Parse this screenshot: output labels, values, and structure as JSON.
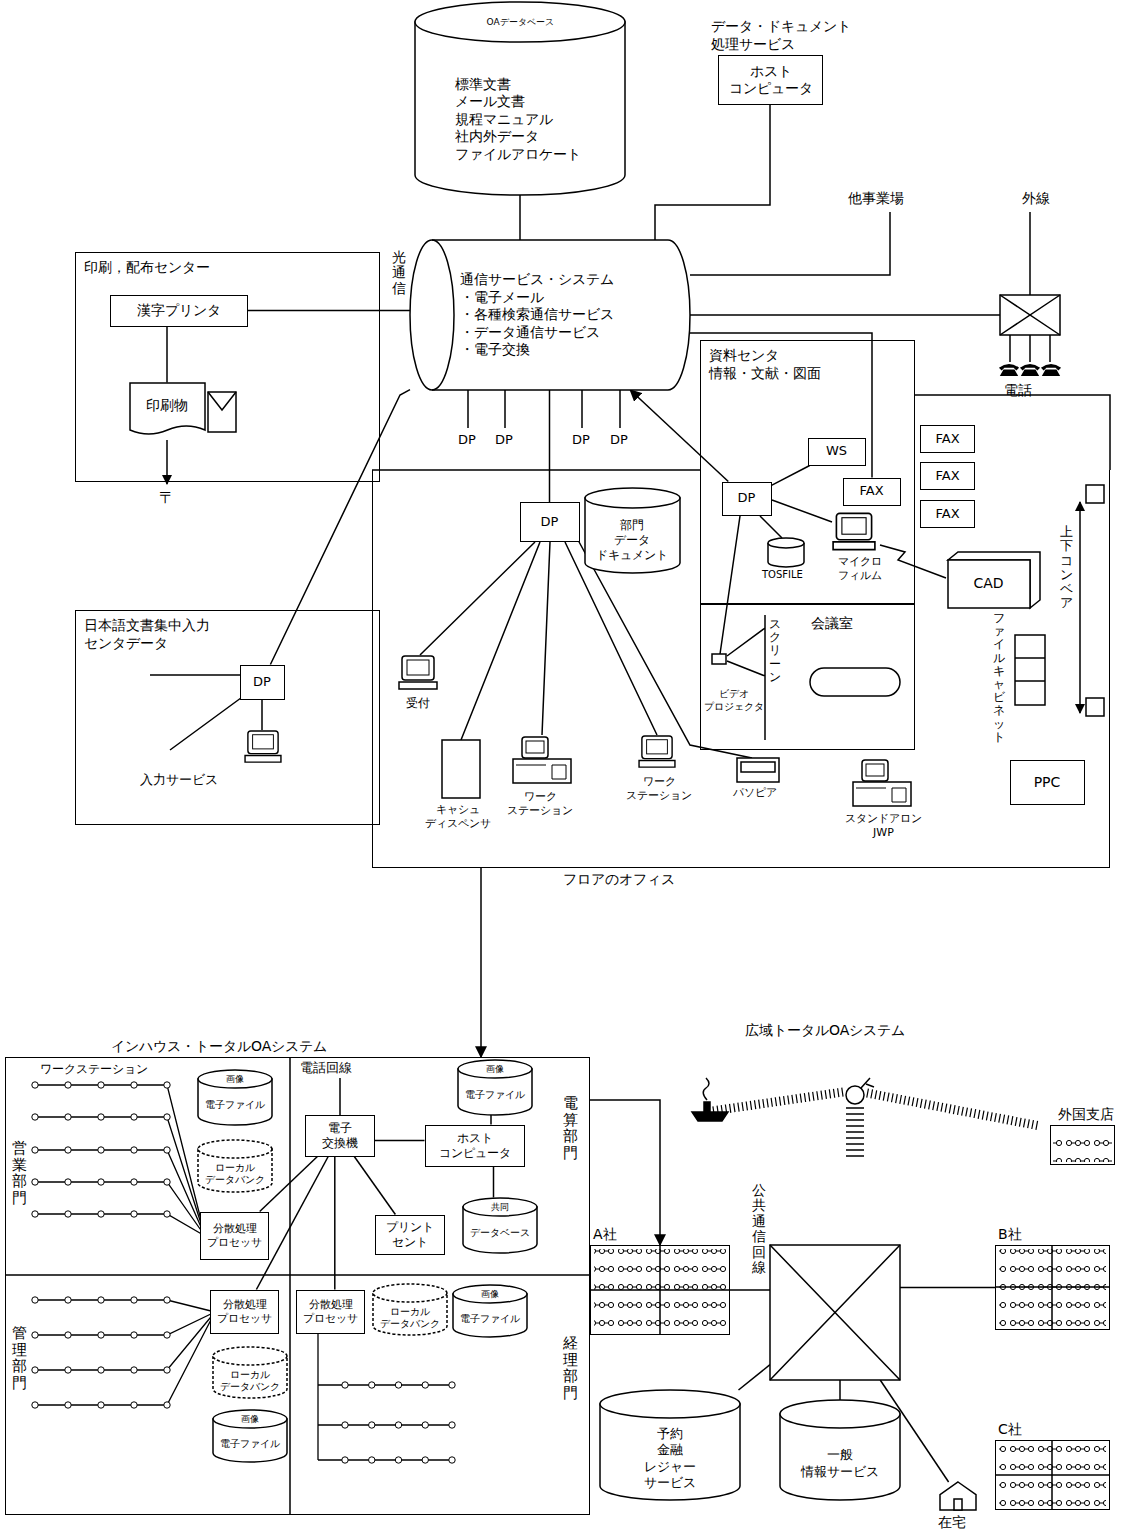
{
  "diagram": {
    "nodes": [
      {
        "text": [
          "OAデータベース",
          "標準文書",
          "メール文書",
          "規程マニュアル",
          "社内外データ",
          "ファイルアロケート"
        ]
      },
      {
        "text": [
          "データ・ドキュメント 処理サービス",
          "ホスト コンピュータ"
        ]
      },
      {
        "text": [
          "光通信",
          "通信サービス・システム",
          "・電子メール",
          "・各種検索通信サービス",
          "・データ通信サービス",
          "・電子交換"
        ]
      },
      {
        "text": [
          "印刷，配布センター"
        ]
      },
      {
        "text": [
          "漢字プリンタ"
        ],
        "in": 3
      },
      {
        "text": [
          "印刷物"
        ],
        "in": 3
      },
      {
        "text": [
          "日本語文書集中入力 センタデータ"
        ]
      },
      {
        "text": [
          "DP"
        ],
        "in": 6
      },
      {
        "text": [
          "フロアのオフィス"
        ]
      },
      {
        "text": [
          "DP"
        ],
        "in": 8
      },
      {
        "text": [
          "部門 データ",
          "ドキュメント"
        ],
        "in": 8
      },
      {
        "text": [
          "資料センタ",
          "情報・文献・図面"
        ]
      },
      {
        "text": [
          "WS"
        ],
        "in": 11
      },
      {
        "text": [
          "DP"
        ],
        "in": 11
      },
      {
        "text": [
          "FAX"
        ],
        "in": 11
      },
      {
        "text": [
          "会議室"
        ],
        "in": 8
      },
      {
        "text": [
          "FAX"
        ]
      },
      {
        "text": [
          "FAX"
        ]
      },
      {
        "text": [
          "FAX"
        ]
      },
      {
        "text": [
          "CAD"
        ],
        "in": 8
      },
      {
        "text": [
          "PPC"
        ],
        "in": 8
      },
      {
        "text": [
          "インハウス・トータルOAシステム"
        ]
      },
      {
        "text": [
          "画像",
          "電子ファイル"
        ],
        "in": 21
      },
      {
        "text": [
          "ローカル データバンク"
        ],
        "in": 21
      },
      {
        "text": [
          "分散処理 プロセッサ"
        ],
        "in": 21
      },
      {
        "text": [
          "電子 交換機"
        ],
        "in": 21
      },
      {
        "text": [
          "ホスト コンピュータ"
        ],
        "in": 21
      },
      {
        "text": [
          "画像",
          "電子ファイル"
        ],
        "in": 21
      },
      {
        "text": [
          "共同",
          "データベース"
        ],
        "in": 21
      },
      {
        "text": [
          "プリント セント"
        ],
        "in": 21
      },
      {
        "text": [
          "分散処理 プロセッサ"
        ],
        "in": 21
      },
      {
        "text": [
          "ローカル データバンク"
        ],
        "in": 21
      },
      {
        "text": [
          "画像",
          "電子ファイル"
        ],
        "in": 21
      },
      {
        "text": [
          "分散処理 プロセッサ"
        ],
        "in": 21
      },
      {
        "text": [
          "ローカル データバンク"
        ],
        "in": 21
      },
      {
        "text": [
          "画像",
          "電子ファイル"
        ],
        "in": 21
      },
      {
        "text": [
          "A社"
        ]
      },
      {
        "text": [
          "公共通信回線"
        ]
      },
      {
        "text": [
          "B社"
        ]
      },
      {
        "text": [
          "C社"
        ]
      },
      {
        "text": [
          "外国支店"
        ]
      },
      {
        "text": [
          "予約 金融",
          "レジャー サービス"
        ]
      },
      {
        "text": [
          "一般 情報サービス"
        ]
      },
      {
        "text": [
          "在宅"
        ]
      }
    ],
    "edges": [
      {
        "from": 0,
        "to": 2,
        "arrow": "none"
      },
      {
        "from": 1,
        "to": 2,
        "arrow": "none"
      },
      {
        "from": 4,
        "to": 2,
        "arrow": "none"
      },
      {
        "from": 4,
        "to": 5,
        "arrow": "none"
      },
      {
        "from": 7,
        "to": 2,
        "arrow": "none"
      },
      {
        "from": 9,
        "to": 2,
        "arrow": "none"
      },
      {
        "from": 13,
        "to": 2,
        "arrow": "to"
      },
      {
        "from": 13,
        "to": 12,
        "arrow": "none"
      },
      {
        "from": 14,
        "to": 2,
        "arrow": "none"
      },
      {
        "from": 8,
        "to": 21,
        "arrow": "to"
      },
      {
        "from": 24,
        "to": 25,
        "arrow": "none"
      },
      {
        "from": 30,
        "to": 25,
        "arrow": "none"
      },
      {
        "from": 33,
        "to": 25,
        "arrow": "none"
      },
      {
        "from": 29,
        "to": 25,
        "arrow": "none"
      },
      {
        "from": 25,
        "to": 26,
        "arrow": "none"
      },
      {
        "from": 26,
        "to": 27,
        "arrow": "none"
      },
      {
        "from": 26,
        "to": 28,
        "arrow": "none"
      },
      {
        "from": 21,
        "to": 36,
        "arrow": "to"
      },
      {
        "from": 36,
        "to": 37,
        "arrow": "none"
      },
      {
        "from": 38,
        "to": 37,
        "arrow": "none"
      },
      {
        "from": 41,
        "to": 37,
        "arrow": "none"
      },
      {
        "from": 42,
        "to": 37,
        "arrow": "none"
      },
      {
        "from": 43,
        "to": 37,
        "arrow": "none"
      }
    ],
    "labels": [
      "他事業場",
      "外線",
      "電話",
      "DP",
      "DP",
      "DP",
      "DP",
      "〒",
      "入力サービス",
      "受付",
      "キャシュ ディスペンサ",
      "ワーク ステーション",
      "ワーク ステーション",
      "パソピア",
      "スタンドアロン JWP",
      "TOSFILE",
      "マイクロ フィルム",
      "スクリーン",
      "ビデオ プロジェクタ",
      "ファイルキャビネット",
      "上下コンベア",
      "ワークステーション",
      "電話回線",
      "営業部門",
      "電算部門",
      "管理部門",
      "経理部門",
      "広域トータルOAシステム"
    ]
  }
}
